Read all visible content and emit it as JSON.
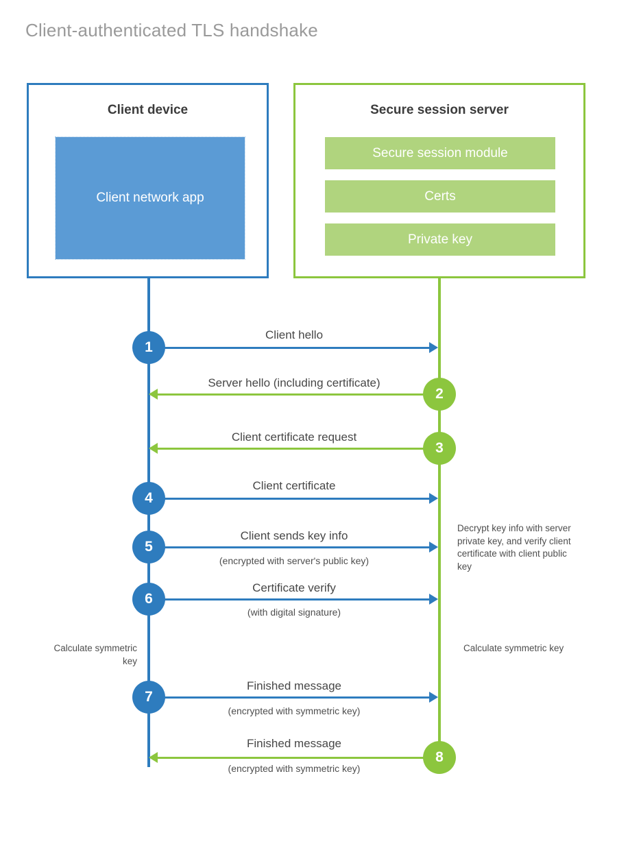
{
  "title": "Client-authenticated TLS handshake",
  "colors": {
    "client_accent": "#2e7cbe",
    "server_accent": "#8cc63e",
    "client_app_fill": "#5b9bd5",
    "server_bar_fill": "#b0d47e",
    "title_text": "#9a9a9a",
    "body_text": "#474747"
  },
  "actors": {
    "client": {
      "title": "Client device",
      "blocks": [
        {
          "label": "Client network app"
        }
      ]
    },
    "server": {
      "title": "Secure session server",
      "blocks": [
        {
          "label": "Secure session module"
        },
        {
          "label": "Certs"
        },
        {
          "label": "Private key"
        }
      ]
    }
  },
  "messages": [
    {
      "step": "1",
      "label": "Client hello",
      "sublabel": "",
      "direction": "client-to-server",
      "origin": "client"
    },
    {
      "step": "2",
      "label": "Server hello (including certificate)",
      "sublabel": "",
      "direction": "server-to-client",
      "origin": "server"
    },
    {
      "step": "3",
      "label": "Client certificate request",
      "sublabel": "",
      "direction": "server-to-client",
      "origin": "server"
    },
    {
      "step": "4",
      "label": "Client certificate",
      "sublabel": "",
      "direction": "client-to-server",
      "origin": "client"
    },
    {
      "step": "5",
      "label": "Client sends key info",
      "sublabel": "(encrypted with server's public key)",
      "direction": "client-to-server",
      "origin": "client"
    },
    {
      "step": "6",
      "label": "Certificate verify",
      "sublabel": "(with digital signature)",
      "direction": "client-to-server",
      "origin": "client"
    },
    {
      "step": "7",
      "label": "Finished message",
      "sublabel": "(encrypted with symmetric key)",
      "direction": "client-to-server",
      "origin": "client"
    },
    {
      "step": "8",
      "label": "Finished message",
      "sublabel": "(encrypted with symmetric key)",
      "direction": "server-to-client",
      "origin": "server"
    }
  ],
  "notes": {
    "server_decrypt": "Decrypt key info with server private key, and verify client certificate with client public key",
    "client_calculate": "Calculate symmetric key",
    "server_calculate": "Calculate symmetric key"
  }
}
